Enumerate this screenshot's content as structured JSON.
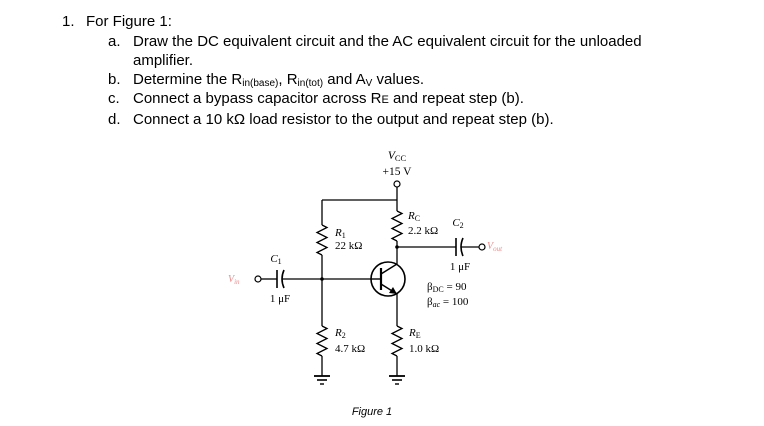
{
  "question": {
    "number": "1.",
    "title": "For Figure 1:",
    "items": [
      {
        "label": "a.",
        "text": "Draw the DC equivalent circuit and the AC equivalent circuit for the unloaded",
        "cont": "amplifier."
      },
      {
        "label": "b.",
        "pre": "Determine the R",
        "sub1": "in(base)",
        "mid1": ", R",
        "sub2": "in(tot)",
        "mid2": " and A",
        "sub3": "V",
        "post": " values."
      },
      {
        "label": "c.",
        "pre": "Connect a bypass capacitor across R",
        "sub1": "E",
        "post": " and repeat step (b)."
      },
      {
        "label": "d.",
        "text": "Connect a 10 kΩ load resistor to the output and repeat step (b)."
      }
    ]
  },
  "circuit": {
    "vcc_label": "V",
    "vcc_sub": "CC",
    "vcc_value": "+15 V",
    "r1_label": "R",
    "r1_sub": "1",
    "r1_value": "22 kΩ",
    "r2_label": "R",
    "r2_sub": "2",
    "r2_value": "4.7 kΩ",
    "rc_label": "R",
    "rc_sub": "C",
    "rc_value": "2.2 kΩ",
    "re_label": "R",
    "re_sub": "E",
    "re_value": "1.0 kΩ",
    "c1_label": "C",
    "c1_sub": "1",
    "c1_value": "1 μF",
    "c2_label": "C",
    "c2_sub": "2",
    "c2_value": "1 μF",
    "vin_label": "V",
    "vin_sub": "in",
    "vout_label": "V",
    "vout_sub": "out",
    "bdc_label": "β",
    "bdc_sub": "DC",
    "bdc_value": " = 90",
    "bac_label": "β",
    "bac_sub": "ac",
    "bac_value": " = 100",
    "caption": "Figure 1"
  }
}
